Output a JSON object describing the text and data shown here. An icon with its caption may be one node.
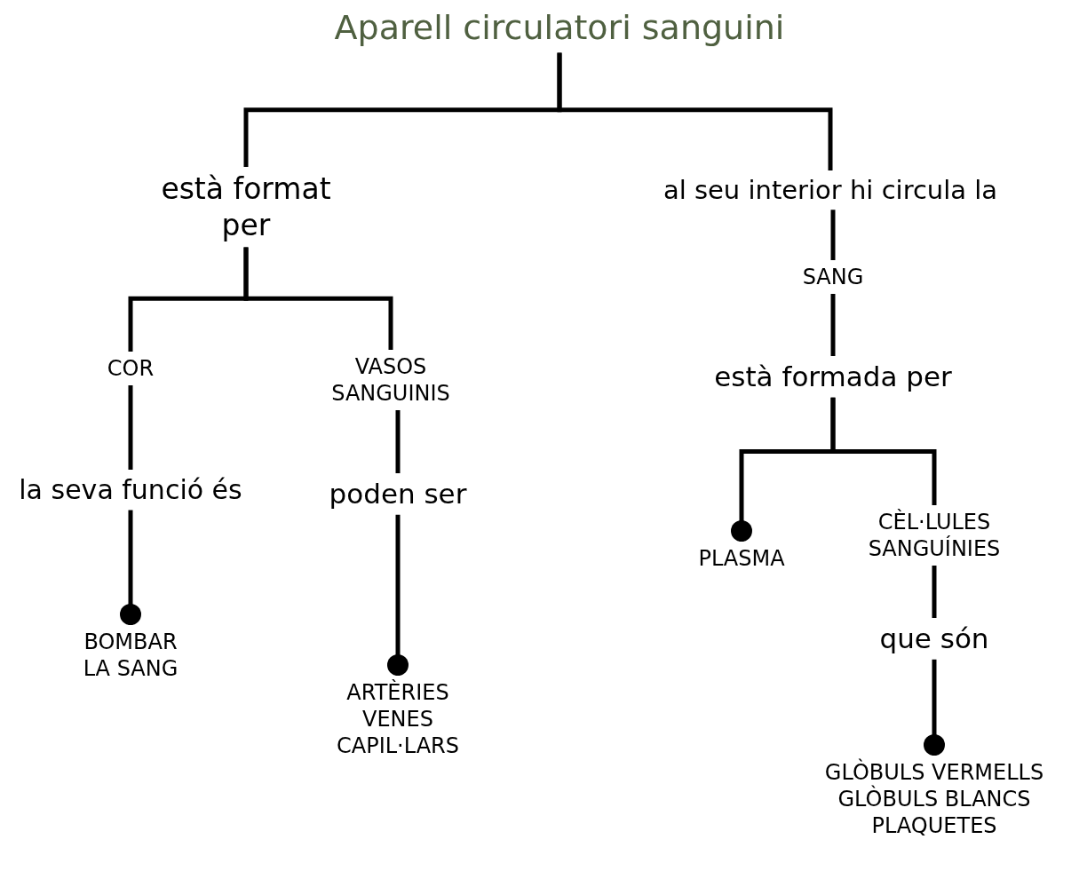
{
  "diagram": {
    "nodes": [
      {
        "text": [
          "Aparell circulatori sanguini"
        ]
      },
      {
        "text": [
          "està format per"
        ]
      },
      {
        "text": [
          "al seu interior hi circula la"
        ]
      },
      {
        "text": [
          "COR"
        ]
      },
      {
        "text": [
          "VASOS SANGUINIS"
        ]
      },
      {
        "text": [
          "la seva funció és"
        ]
      },
      {
        "text": [
          "poden ser"
        ]
      },
      {
        "text": [
          "BOMBAR LA SANG"
        ]
      },
      {
        "text": [
          "ARTÈRIES",
          "VENES",
          "CAPIL·LARS"
        ]
      },
      {
        "text": [
          "SANG"
        ]
      },
      {
        "text": [
          "està formada per"
        ]
      },
      {
        "text": [
          "PLASMA"
        ]
      },
      {
        "text": [
          "CÈL·LULES SANGUÍNIES"
        ]
      },
      {
        "text": [
          "que són"
        ]
      },
      {
        "text": [
          "GLÒBULS VERMELLS",
          "GLÒBULS BLANCS",
          "PLAQUETES"
        ]
      }
    ],
    "edges": [
      {
        "from": 0,
        "to": 1,
        "arrow": "none"
      },
      {
        "from": 0,
        "to": 2,
        "arrow": "none"
      },
      {
        "from": 1,
        "to": 3,
        "arrow": "none"
      },
      {
        "from": 1,
        "to": 4,
        "arrow": "none"
      },
      {
        "from": 3,
        "to": 5,
        "arrow": "none"
      },
      {
        "from": 4,
        "to": 6,
        "arrow": "none"
      },
      {
        "from": 5,
        "to": 7,
        "arrow": "other"
      },
      {
        "from": 6,
        "to": 8,
        "arrow": "other"
      },
      {
        "from": 2,
        "to": 9,
        "arrow": "none"
      },
      {
        "from": 9,
        "to": 10,
        "arrow": "none"
      },
      {
        "from": 10,
        "to": 11,
        "arrow": "other"
      },
      {
        "from": 10,
        "to": 12,
        "arrow": "none"
      },
      {
        "from": 12,
        "to": 13,
        "arrow": "none"
      },
      {
        "from": 13,
        "to": 14,
        "arrow": "other"
      }
    ]
  }
}
